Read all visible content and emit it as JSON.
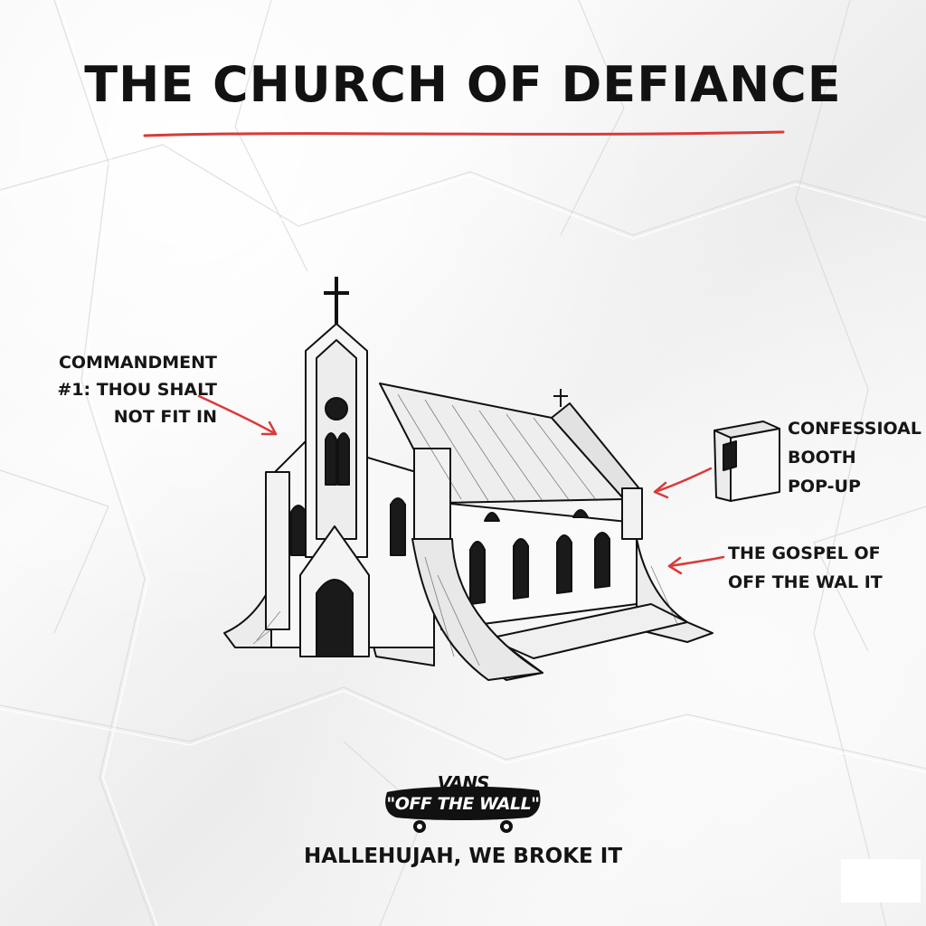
{
  "title": "THE CHURCH OF DEFIANCE",
  "annotations": {
    "commandment": [
      "COMMANDMENT",
      "#1: THOU SHALT",
      "NOT FIT IN"
    ],
    "booth": [
      "CONFESSIOAL",
      "BOOTH",
      "POP-UP"
    ],
    "gospel": [
      "THE GOSPEL OF",
      "OFF THE WAL IT"
    ]
  },
  "logo": {
    "brand": "VANS",
    "slogan": "\"OFF THE WALL\""
  },
  "tagline": "HALLEHUJAH, WE BROKE IT",
  "colors": {
    "ink": "#111111",
    "accent_red": "#d93a3a",
    "paper": "#f4f4f4"
  },
  "icons": [
    "church-illustration",
    "confessional-booth-icon",
    "vans-skateboard-logo"
  ]
}
